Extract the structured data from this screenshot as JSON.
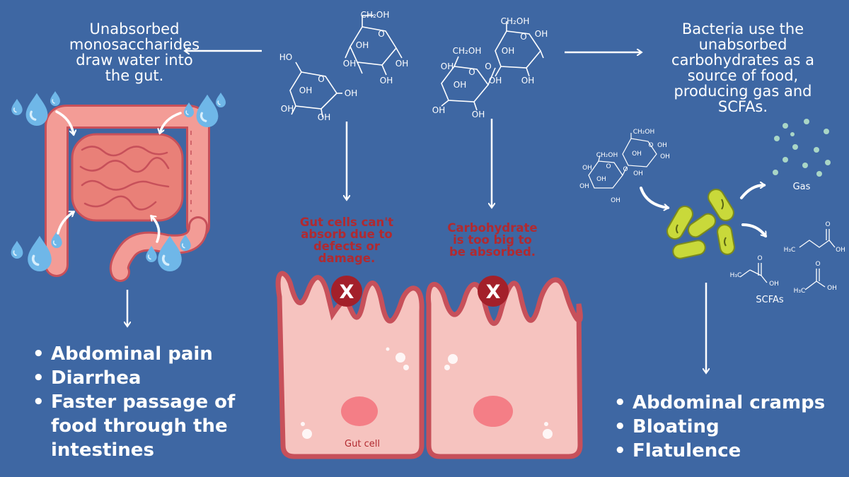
{
  "left_caption": [
    "Unabsorbed",
    "monosaccharides",
    "draw water into",
    "the gut."
  ],
  "right_caption": [
    "Bacteria use the",
    "unabsorbed",
    "carbohydrates as a",
    "source of food,",
    "producing gas and",
    "SCFAs."
  ],
  "warning_left": [
    "Gut cells can't",
    "absorb due to",
    "defects or",
    "damage."
  ],
  "warning_right": [
    "Carbohydrate",
    "is too big to",
    "be absorbed."
  ],
  "x_mark": "X",
  "gut_cell_label": "Gut cell",
  "gas_label": "Gas",
  "scfas_label": "SCFAs",
  "molecule_labels": {
    "ch2oh": "CH₂OH",
    "ho": "HO",
    "oh": "OH",
    "o": "O",
    "h3c": "H₃C"
  },
  "left_symptoms": [
    "Abdominal pain",
    "Diarrhea",
    "Faster passage of food through the intestines"
  ],
  "right_symptoms": [
    "Abdominal cramps",
    "Bloating",
    "Flatulence"
  ],
  "colors": {
    "background": "#3e67a3",
    "warning": "#b12a30",
    "cell_fill": "#f6c3bf",
    "cell_border": "#c7505a",
    "bacteria": "#c9d93a",
    "gas_dots": "#a9d6c6",
    "intestine": "#f39c96"
  }
}
